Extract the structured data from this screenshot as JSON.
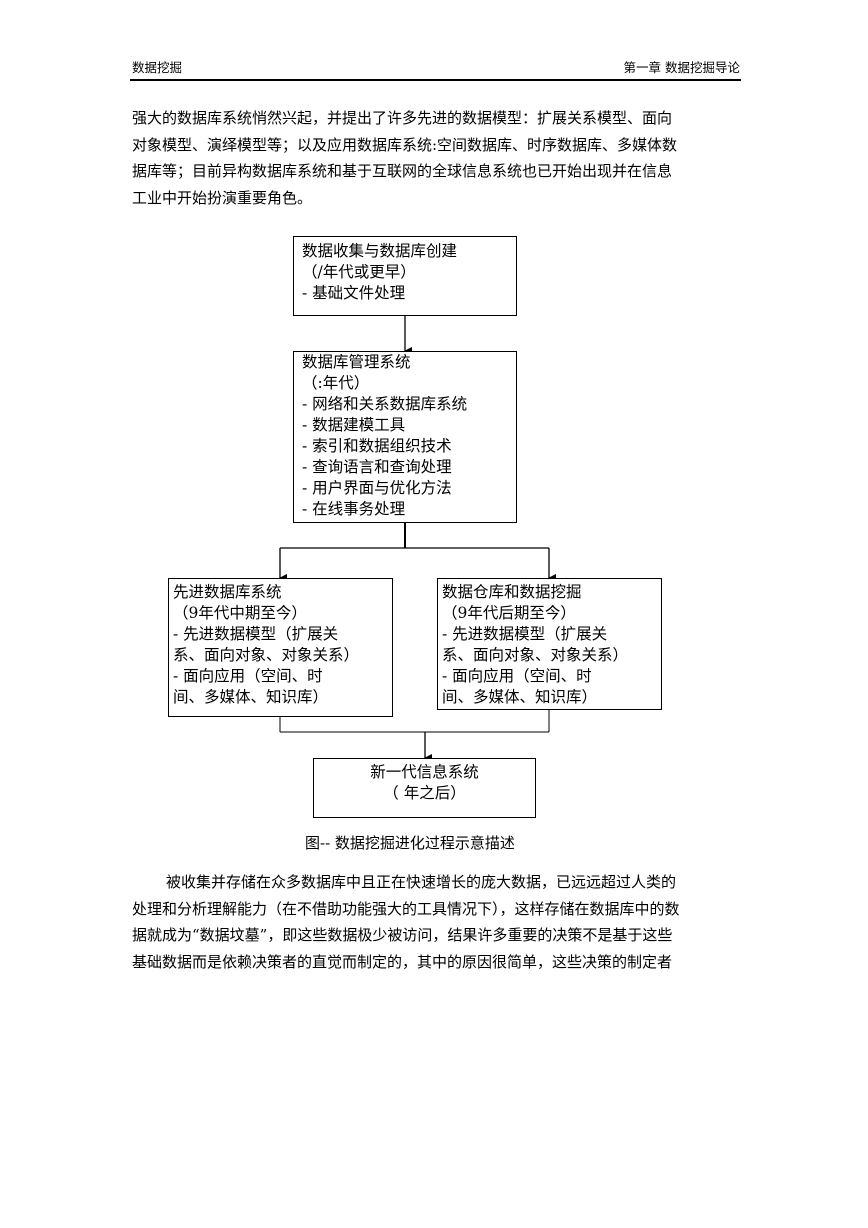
{
  "header": {
    "left": "数据挖掘",
    "right": "第一章  数据挖掘导论"
  },
  "paragraph1": [
    "强大的数据库系统悄然兴起，并提出了许多先进的数据模型：扩展关系模型、面向",
    "对象模型、演绎模型等；以及应用数据库系统:空间数据库、时序数据库、多媒体数",
    "据库等；目前异构数据库系统和基于互联网的全球信息系统也已开始出现并在信息",
    "工业中开始扮演重要角色。"
  ],
  "flowchart": {
    "box1": {
      "lines": [
        "数据收集与数据库创建",
        "（/年代或更早）",
        "-  基础文件处理"
      ]
    },
    "box2": {
      "lines": [
        "数据库管理系统",
        "（:年代）",
        "-  网络和关系数据库系统",
        "-  数据建模工具",
        "-  索引和数据组织技术",
        "-  查询语言和查询处理",
        "-  用户界面与优化方法",
        "-  在线事务处理"
      ]
    },
    "box3": {
      "lines": [
        " 先进数据库系统",
        "  （9年代中期至今）",
        "  -  先进数据模型（扩展关",
        "系、面向对象、对象关系）",
        "  -  面向应用（空间、时",
        "间、多媒体、知识库）"
      ]
    },
    "box4": {
      "lines": [
        " 数据仓库和数据挖掘",
        "   （9年代后期至今）",
        "  -  先进数据模型（扩展关",
        "系、面向对象、对象关系）",
        "  -  面向应用（空间、时",
        "间、多媒体、知识库）"
      ]
    },
    "box5": {
      "lines": [
        "新一代信息系统",
        "（        年之后）"
      ]
    }
  },
  "caption": "图--  数据挖掘进化过程示意描述",
  "paragraph2": [
    "被收集并存储在众多数据库中且正在快速增长的庞大数据，已远远超过人类的",
    "处理和分析理解能力（在不借助功能强大的工具情况下），这样存储在数据库中的数",
    "据就成为“数据坟墓”，即这些数据极少被访问，结果许多重要的决策不是基于这些",
    "基础数据而是依赖决策者的直觉而制定的，其中的原因很简单，这些决策的制定者"
  ]
}
